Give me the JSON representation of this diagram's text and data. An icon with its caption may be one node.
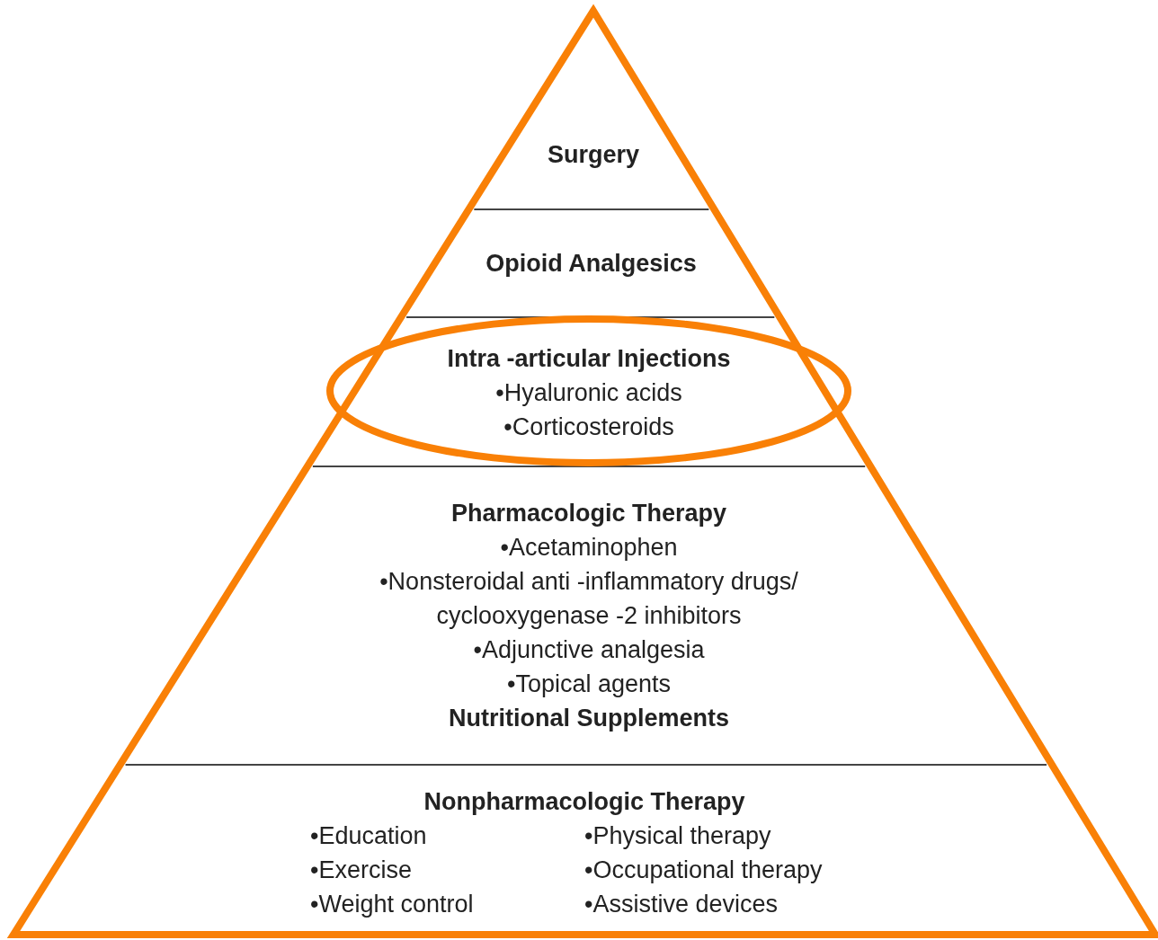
{
  "diagram": {
    "nodes": [
      {
        "text": [],
        "shape": "triangle"
      },
      {
        "text": [
          "Surgery"
        ],
        "in": 0
      },
      {
        "text": [
          "Opioid Analgesics"
        ],
        "in": 0
      },
      {
        "text": [],
        "shape": "ellipse",
        "in": 0
      },
      {
        "text": [
          "Intra -articular Injections",
          "•Hyaluronic acids",
          "•Corticosteroids"
        ],
        "in": 3
      },
      {
        "text": [
          "Pharmacologic Therapy",
          "•Acetaminophen",
          "•Nonsteroidal anti -inflammatory drugs/ cyclooxygenase -2 inhibitors",
          "•Adjunctive analgesia",
          "•Topical agents",
          "Nutritional Supplements"
        ],
        "in": 0
      },
      {
        "text": [
          "Nonpharmacologic Therapy",
          "•Education",
          "•Exercise",
          "•Weight control",
          "•Physical therapy",
          "•Occupational therapy",
          "•Assistive devices"
        ],
        "in": 0
      }
    ]
  }
}
